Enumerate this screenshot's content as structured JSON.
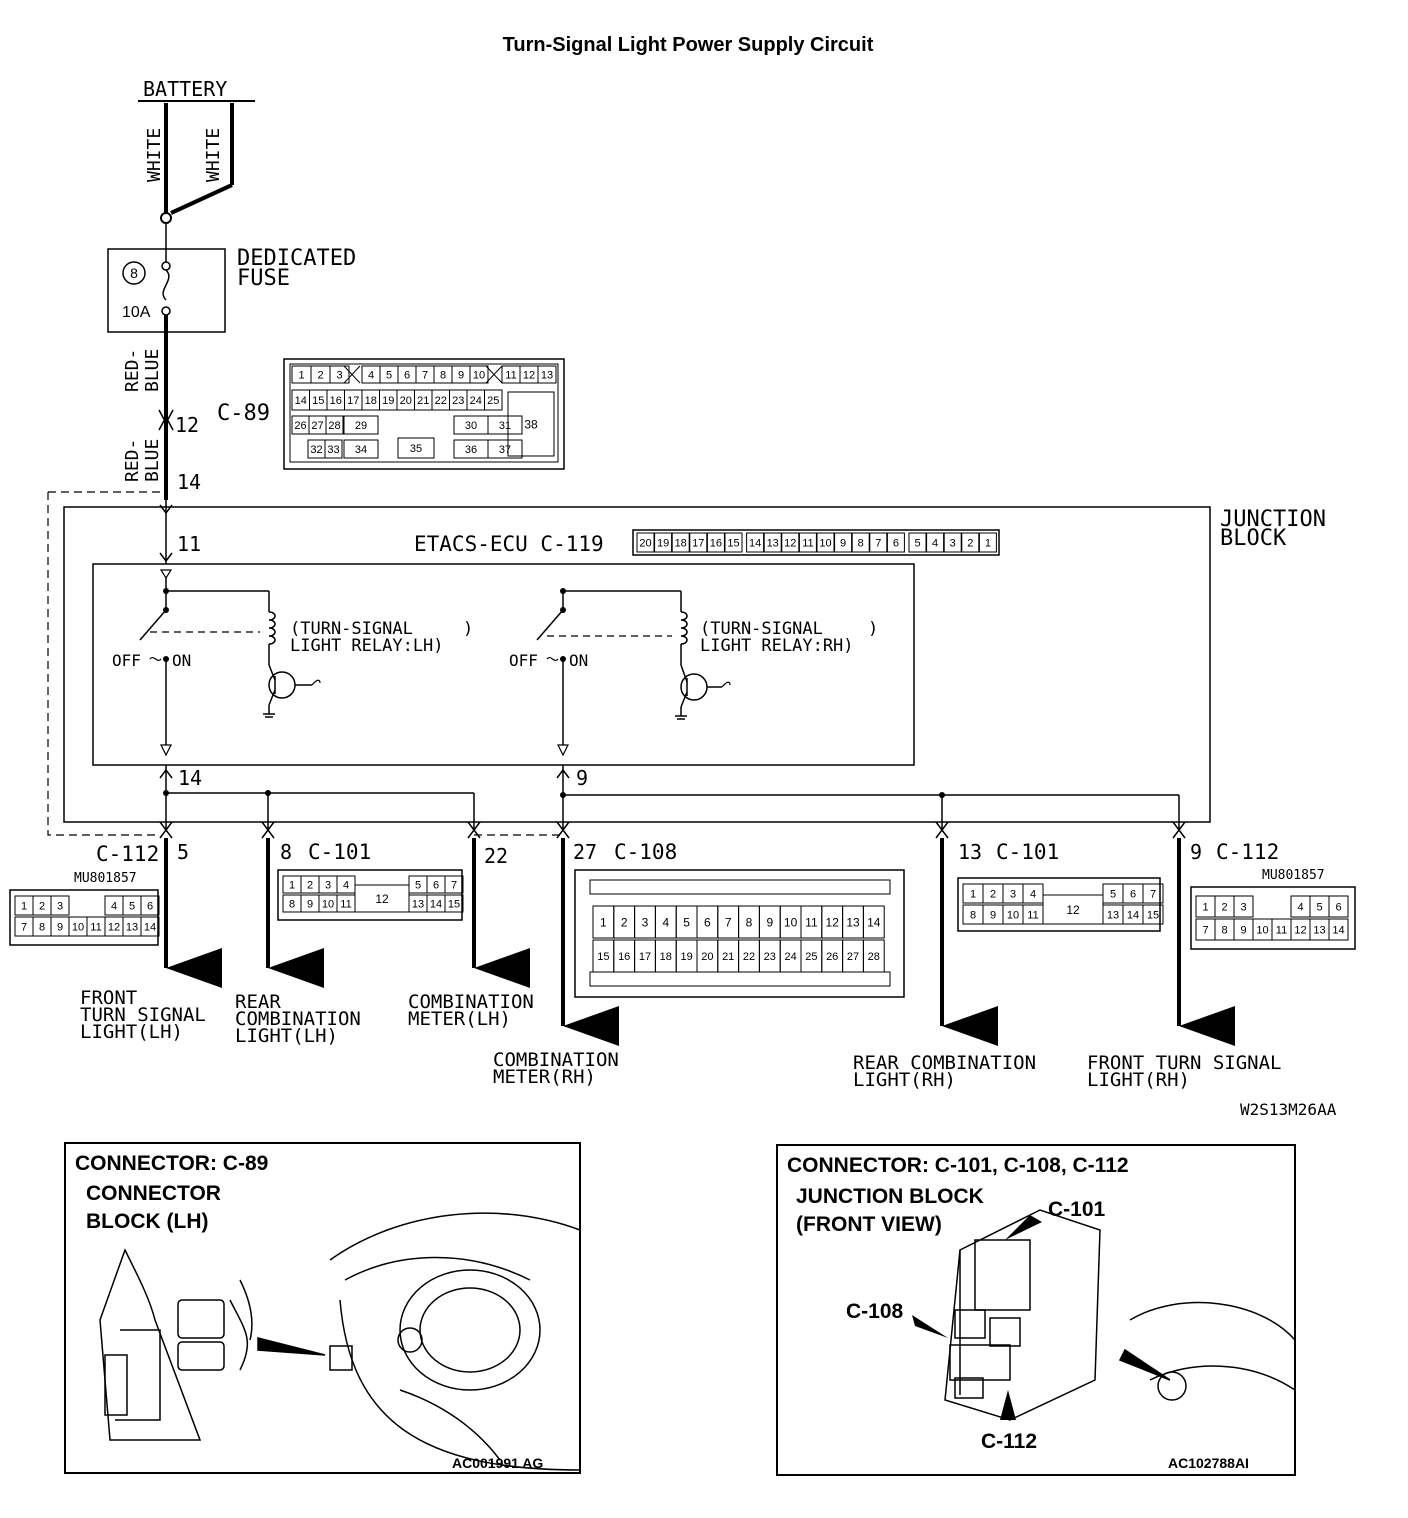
{
  "title": "Turn-Signal Light Power Supply Circuit",
  "battery": {
    "label": "BATTERY",
    "wire_left": "WHITE",
    "wire_right": "WHITE"
  },
  "fuse": {
    "number": "8",
    "rating": "10A",
    "label_line1": "DEDICATED",
    "label_line2": "FUSE"
  },
  "wires": {
    "red_blue_upper_1": "RED-",
    "red_blue_upper_2": "BLUE",
    "red_blue_lower_1": "RED-",
    "red_blue_lower_2": "BLUE"
  },
  "pins": {
    "p12": "12",
    "p14_top": "14",
    "p11": "11",
    "p14_bottom": "14",
    "p9": "9",
    "p5": "5",
    "p8": "8",
    "p22": "22",
    "p27": "27",
    "p13": "13",
    "p9b": "9"
  },
  "connectors": {
    "c89": "C-89",
    "c119": "ETACS-ECU C-119",
    "c112_lh": "C-112",
    "c101_lh": "C-101",
    "c108": "C-108",
    "c101_rh": "C-101",
    "c112_rh": "C-112",
    "mu_lh": "MU801857",
    "mu_rh": "MU801857"
  },
  "junction_block": {
    "line1": "JUNCTION",
    "line2": "BLOCK"
  },
  "relays": {
    "lh_line1": "(TURN-SIGNAL",
    "lh_line2": "LIGHT RELAY:LH)",
    "rh_line1": "(TURN-SIGNAL",
    "rh_line2": "LIGHT RELAY:RH)",
    "off": "OFF",
    "on": "ON"
  },
  "loads": {
    "front_lh": [
      "FRONT",
      "TURN SIGNAL",
      "LIGHT(LH)"
    ],
    "rear_lh": [
      "REAR",
      "COMBINATION",
      "LIGHT(LH)"
    ],
    "meter_lh": [
      "COMBINATION",
      "METER(LH)"
    ],
    "meter_rh": [
      "COMBINATION",
      "METER(RH)"
    ],
    "rear_rh": [
      "REAR COMBINATION",
      "LIGHT(RH)"
    ],
    "front_rh": [
      "FRONT TURN SIGNAL",
      "LIGHT(RH)"
    ]
  },
  "diagram_code": "W2S13M26AA",
  "c89_pins": {
    "row1": [
      "1",
      "2",
      "3",
      "4",
      "5",
      "6",
      "7",
      "8",
      "9",
      "10",
      "11",
      "12",
      "13"
    ],
    "row2": [
      "14",
      "15",
      "16",
      "17",
      "18",
      "19",
      "20",
      "21",
      "22",
      "23",
      "24",
      "25"
    ],
    "row3": [
      "26",
      "27",
      "28",
      "29",
      "30",
      "31",
      "38"
    ],
    "row4": [
      "32",
      "33",
      "34",
      "35",
      "36",
      "37"
    ]
  },
  "c119_pins": [
    "20",
    "19",
    "18",
    "17",
    "16",
    "15",
    "14",
    "13",
    "12",
    "11",
    "10",
    "9",
    "8",
    "7",
    "6",
    "5",
    "4",
    "3",
    "2",
    "1"
  ],
  "c112_pins": {
    "row1": [
      "1",
      "2",
      "3",
      "4",
      "5",
      "6"
    ],
    "row2": [
      "7",
      "8",
      "9",
      "10",
      "11",
      "12",
      "13",
      "14"
    ]
  },
  "c101_pins": {
    "row1": [
      "1",
      "2",
      "3",
      "4",
      "5",
      "6",
      "7"
    ],
    "row2": [
      "8",
      "9",
      "10",
      "11",
      "12",
      "13",
      "14",
      "15"
    ]
  },
  "c108_pins": {
    "row1": [
      "1",
      "2",
      "3",
      "4",
      "5",
      "6",
      "7",
      "8",
      "9",
      "10",
      "11",
      "12",
      "13",
      "14"
    ],
    "row2": [
      "15",
      "16",
      "17",
      "18",
      "19",
      "20",
      "21",
      "22",
      "23",
      "24",
      "25",
      "26",
      "27",
      "28"
    ]
  },
  "panel_left": {
    "heading": "CONNECTOR: C-89",
    "sub1": "CONNECTOR",
    "sub2": "BLOCK (LH)",
    "code": "AC001991 AG"
  },
  "panel_right": {
    "heading": "CONNECTOR: C-101, C-108, C-112",
    "sub1": "JUNCTION BLOCK",
    "sub2": "(FRONT VIEW)",
    "c101": "C-101",
    "c108": "C-108",
    "c112": "C-112",
    "code": "AC102788AI"
  }
}
